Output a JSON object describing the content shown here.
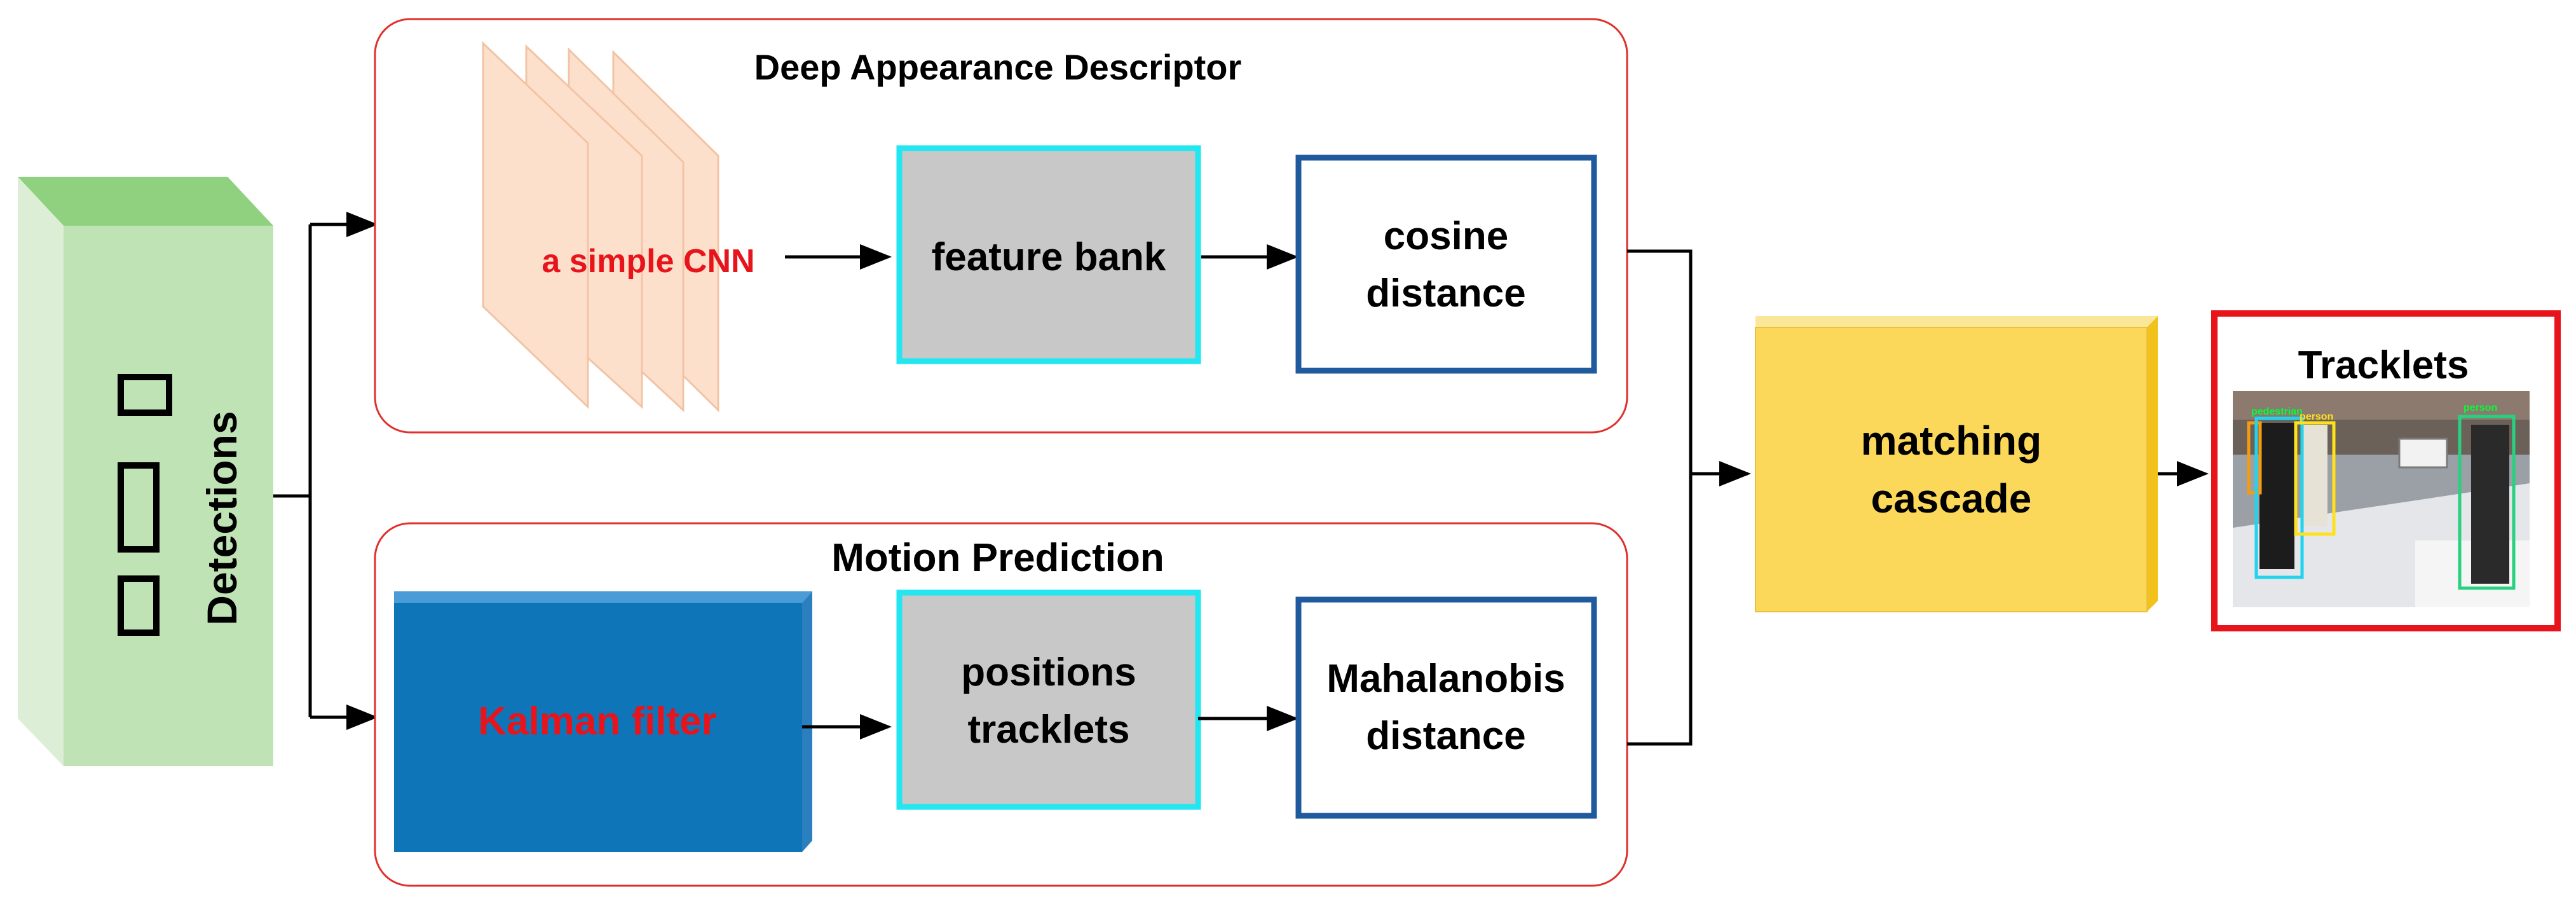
{
  "labels": {
    "detections": "Detections",
    "deep_appearance_title": "Deep Appearance Descriptor",
    "cnn": "a simple CNN",
    "feature_bank": "feature bank",
    "cosine_1": "cosine",
    "cosine_2": "distance",
    "motion_title": "Motion Prediction",
    "kalman": "Kalman filter",
    "positions_1": "positions",
    "positions_2": "tracklets",
    "mahalanobis_1": "Mahalanobis",
    "mahalanobis_2": "distance",
    "matching_1": "matching",
    "matching_2": "cascade",
    "tracklets_title": "Tracklets",
    "photo_tag_1": "pedestrian",
    "photo_tag_2": "person",
    "photo_tag_3": "person"
  },
  "colors": {
    "panel_border": "#e0302c",
    "detections_front": "#bfe3b4",
    "detections_top": "#8fd17f",
    "detections_side": "#dcefd6",
    "cnn_layer": "#fde0cc",
    "gray_box": "#c8c8c8",
    "cyan_border": "#22e6f0",
    "blue_border": "#1f5a9c",
    "kalman_fill": "#0f75b9",
    "kalman_text": "#e8141b",
    "cnn_text": "#e8141b",
    "matching_fill": "#fcd85a",
    "tracklets_border": "#e8141b"
  }
}
